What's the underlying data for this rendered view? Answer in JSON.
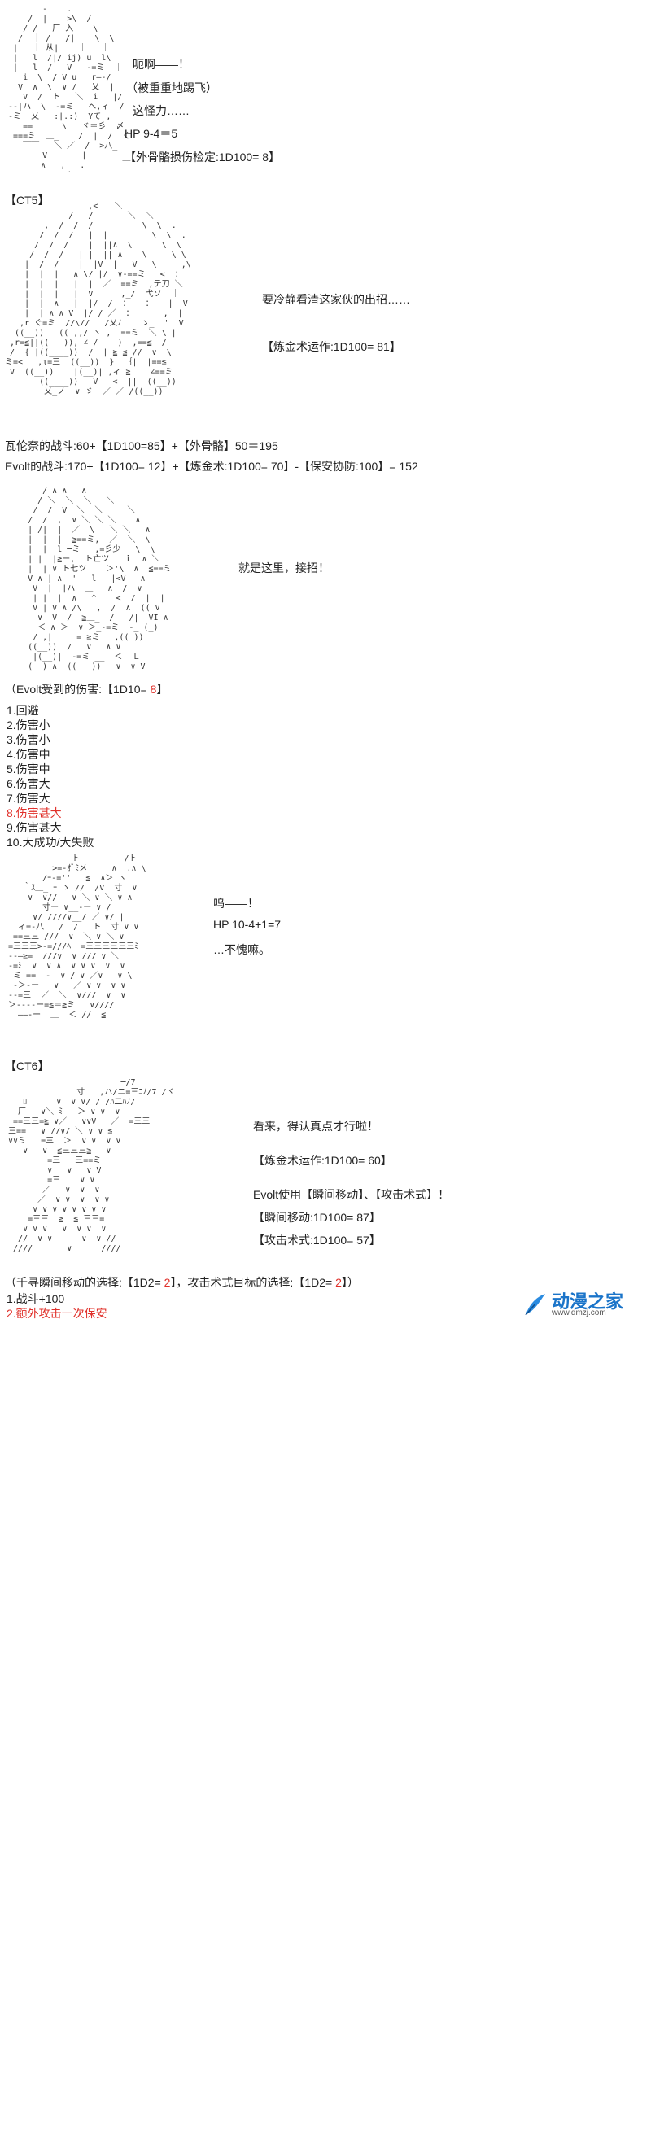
{
  "panel1": {
    "line1": "呃啊——！",
    "line2": "（被重重地踢飞）",
    "line3": "这怪力……",
    "hp": "HP 9-4＝5",
    "check": "【外骨骼损伤检定:1D100= 8】"
  },
  "ct5": "【CT5】",
  "panel2": {
    "line1": "要冷静看清这家伙的出招……",
    "check": "【炼金术运作:1D100= 81】"
  },
  "stats": {
    "line1": "瓦伦奈的战斗:60+【1D100=85】+【外骨骼】50＝195",
    "line2": "Evolt的战斗:170+【1D100= 12】+【炼金术:1D100= 70】-【保安协防:100】= 152"
  },
  "panel3": {
    "line1": "就是这里，接招！"
  },
  "damage": {
    "prefix": "（Evolt受到的伤害:【1D10= ",
    "value": "8",
    "suffix": "】",
    "options": [
      "1.回避",
      "2.伤害小",
      "3.伤害小",
      "4.伤害中",
      "5.伤害中",
      "6.伤害大",
      "7.伤害大",
      "8.伤害甚大",
      "9.伤害甚大",
      "10.大成功/大失败"
    ],
    "highlight_index": 7
  },
  "panel4": {
    "line1": "呜——！",
    "hp": "HP 10-4+1=7",
    "line3": "…不愧嘛。"
  },
  "ct6": "【CT6】",
  "panel5": {
    "line1": "看来，得认真点才行啦！",
    "check1": "【炼金术运作:1D100= 60】",
    "line2": "Evolt使用【瞬间移动】、【攻击术式】！",
    "check2": "【瞬间移动:1D100= 87】",
    "check3": "【攻击术式:1D100= 57】"
  },
  "choice": {
    "a": "（千寻瞬间移动的选择:【1D2= ",
    "b": "2",
    "c": "】，攻击术式目标的选择:【1D2= ",
    "d": "2",
    "e": "】）"
  },
  "options2": [
    "1.战斗+100",
    "2.额外攻击一次保安"
  ],
  "options2_highlight_index": 1,
  "logo": {
    "name": "动漫之家",
    "url": "www.dmzj.com"
  },
  "art": {
    "a1": "        -    .\n     /  |    >\\  /\n    / /   厂 入    \\\n   /  ｜ /   /|    \\  \\\n  |   ｜ 从|    ｜   ｜\n  |   l  /|/ ij) u  l\\  ｜\n  |   l  /   V   ‐=ミ  ｜\n    i  \\  / V u   r―‐/\n   V  ∧  \\  ∨ /   乂  |\n    V  /  ト   ＼  i   |/\n --|ハ  \\  ‐=ミ   ヘ,ィ  /\n -ミ  乂   :|.:)  Yて ,\n    ==      \\   ヾ＝彡  〆\n  ===ミ  ＿_    /  |  /  く\n    ￣￣   ＼ ／  /  >八_\n        V       |\n  ＿    ∧   ,   .    ＿  ￣\n             |            |",
    "a2": "                  ,<￣￣＼\n              /   /       ＼  ＼\n         ,  /  /  /          \\  \\  .\n        /  /  /   |  |         \\  \\  .\n       /  /  /    |  ||∧  \\      \\  \\\n      /  /  /   | |  || ∧    \\     \\ \\\n     |  /  /    |  |V  ||  V   \\     ,\\\n     |  |  |   ∧ \\/ |/  ∨-==ミ   <  ：\n     |  |  |   |  |  ／  ==ミ  ,テ刀 ＼\n     |  |  |   |  V  ｜  ,_/  弋ソ  ｜\n     |  |  ∧   |  |/  /  ：   ：   |  V\n     |  | ∧ ∧ V  |/ / ／  ：      ,  |\n    ,r ぐ=ミ  //\\//   /乂ﾉ    ゝ_  '  V\n   ((__))   (( ,,/ ヽ ,  ==ミ  ＼ \\ |\n  ,r=≦||((___)), ∠ /    )  ,==≦  /\n  /  { |((____))  /  | ≧ ≦ //  ∨  \\\n ミ=<   ,ι=三  ((__))  }  ｛|  |==≦\n  V  ((__))    |(__)| ,ィ ≧ |  ∠==ミ\n        ((____))   V   <  ||  ((__))\n         乂_ノ  ∨ ゞ  ／ ／ /((__))",
    "a3": "       / ∧ ∧   ∧\n      / ＼  ＼  ＼   ＼\n     /  /  V  ＼  ＼     ＼\n    /  /  ,  ∨ ＼ ＼ ＼    ∧\n    | /|  |  ／  \\   ＼ ＼   ∧\n    |  |  |  ≧==ミ,  ／  ＼  \\\n    |  |  l ─ミ   ,=彡少   \\  \\\n    | |  |≧ー,  ト亡ツ   ｉ  ∧ ＼\n    |  | ∨ ト七ツ    ＞'\\  ∧  ≦==ミ\n    V ∧ | ∧  '   l   |<V   ∧\n     V  |  |ハ  ＿   ∧  /  ∨\n     | |  |  ∧   ^    <  /  |  |\n     V | V ∧ /\\   ,  /  ∧  (( V\n      ∨  V  /  ≧＿_  /   /|  VI ∧\n      ＜ ∧ ＞  ∨ ＞_-=ミ  ‐_ (_)\n     / ,|     = ≧ミ   ,(( ))\n    ((__))  /   ∨   ∧ ∨\n     |(__)|  ‐=ミ __  ＜  Ｌ\n    (__) ∧  ((___))   ∨  ∨ V",
    "a4": "              ト         /ト\n          >=-ｵﾞﾐメ     ∧  .∧ \\\n        /ｰ-=''   ≦  ∧＞ ヽ\n    ｀ｽ＿_ ｰ ゝ //  /V  寸  ∨\n     ∨  ∨//   ∨ ＼ ∨ ＼ ∨ ∧\n        寸ー ∨__-ー ∨ /\n      ∨/ ////∨__/ ／ ∨/ |\n   ィ=-八   /  /   ト  寸 ∨ ∨\n  ==三三 ///  ∨  ＼ ∨ ＼ ∨\n =三三三>-=///ﾍ  =三三三三三三ﾐ\n ‐‐―≧=  ///∨  ∨ /// ∨ ＼\n ‐=ﾐ  ∨  ∨ ∧  ∨ ∨ ∨  ∨  ∨\n  ミ ==  ‐  ∨ / ∨ ／∨   ∨ \\\n  ‐＞‐ー   ∨   ／ ∨ ∨  ∨ ∨\n ‐‐=三  ／  ＼  ∨///  ∨  ∨\n ＞‐‐‐‐ー=≦＝≧ミ   ∨////\n   ――-ー  ＿  ＜ //  ≦",
    "a5": "                        ─/7\n               寸   ,ハ/ニ=三ﾆﾉ/7 /ヾ\n    ﾛ      ∨  ∨ ∨/ / /ﾊ二ﾊﾉ/\n   厂   ∨＼ ﾐ   ＞ ∨ ∨  ∨\n  ==三三=≧ ∨／   ∨∨V   ／  =三三\n 三==   ∨ //∨/ ＼ ∨ ∨ ≦\n ∨∨ミ   =三  ＞  ∨ ∨  ∨ ∨\n    ∨   ∨  ≦三三三≧   ∨\n         =三   三==ミ\n         ∨   ∨   ∨ V\n         =三    ∨ ∨\n        ／   ∨  ∨  ∨\n       ／  ∨ ∨  ∨  ∨ ∨\n      ∨ ∨ ∨ ∨ ∨ ∨ ∨ ∨\n     =三三  ≧  ≦ 三三=\n    ∨ ∨ ∨   ∨  ∨ ∨  ∨\n   //  ∨ ∨      ∨  ∨ //\n  ////       ∨      ////"
  }
}
